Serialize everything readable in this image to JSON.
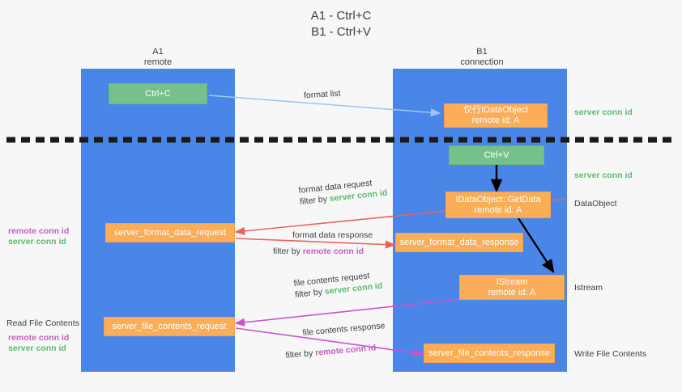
{
  "title": {
    "line1": "A1 - Ctrl+C",
    "line2": "B1 - Ctrl+V"
  },
  "lanes": [
    {
      "id": "A1",
      "name": "A1",
      "sub": "remote",
      "color": "#4a86e8"
    },
    {
      "id": "B1",
      "name": "B1",
      "sub": "connection",
      "color": "#4a86e8"
    }
  ],
  "nodes": {
    "ctrl_c": "Ctrl+C",
    "ctrl_v": "Ctrl+V",
    "idataobject_top_line1": "仅行IDataObject",
    "idataobject_top_line2": "remote id: A",
    "getdata_line1": "IDataObject::GetData",
    "getdata_line2": "remote id: A",
    "istream_line1": "IStream",
    "istream_line2": "remote id: A",
    "server_format_data_request": "server_format_data_request",
    "server_format_data_response": "server_format_data_response",
    "server_file_contents_request": "server_file_contents_request",
    "server_file_contents_response": "server_file_contents_response"
  },
  "edges": {
    "format_list": "format list",
    "format_data_request": "format data request",
    "format_data_request_filter_prefix": "filter by ",
    "format_data_request_filter_key": "server conn id",
    "format_data_response": "format data response",
    "format_data_response_filter_prefix": "filter by ",
    "format_data_response_filter_key": "remote conn id",
    "file_contents_request": "file contents request",
    "file_contents_request_filter_prefix": "filter by ",
    "file_contents_request_filter_key": "server conn id",
    "file_contents_response": "file contents response",
    "file_contents_response_filter_prefix": "filter by ",
    "file_contents_response_filter_key": "remote conn id"
  },
  "annotations": {
    "right_server_conn_id_1": "server conn id",
    "right_server_conn_id_2": "server conn id",
    "right_dataobject": "DataObject",
    "right_istream": "Istream",
    "right_write_file_contents": "Write File Contents",
    "left_remote_conn_id_1": "remote conn id",
    "left_server_conn_id_1": "server conn id",
    "left_read_file_contents": "Read File Contents",
    "left_remote_conn_id_2": "remote conn id",
    "left_server_conn_id_2": "server conn id"
  },
  "colors": {
    "lane": "#4a86e8",
    "green_node": "#76c189",
    "orange_node": "#fbad57",
    "arrow_blue": "#9fc5f0",
    "arrow_red": "#e8645a",
    "arrow_magenta": "#cc52cc",
    "arrow_black": "#000000",
    "green_text": "#5fb970",
    "purple_text": "#c45ec4",
    "separator": "#1a1a1a"
  }
}
